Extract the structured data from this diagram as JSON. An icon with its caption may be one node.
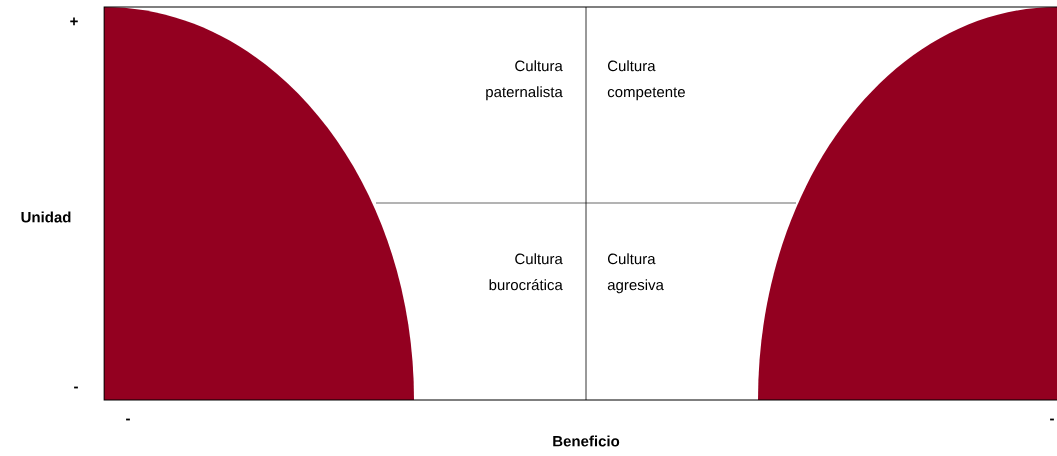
{
  "diagram": {
    "labels": [
      "+",
      "Cultura paternalista",
      "Cultura competente",
      "Unidad",
      "Cultura burocrática",
      "Cultura agresiva",
      "-",
      "-",
      "-",
      "Beneficio"
    ]
  }
}
